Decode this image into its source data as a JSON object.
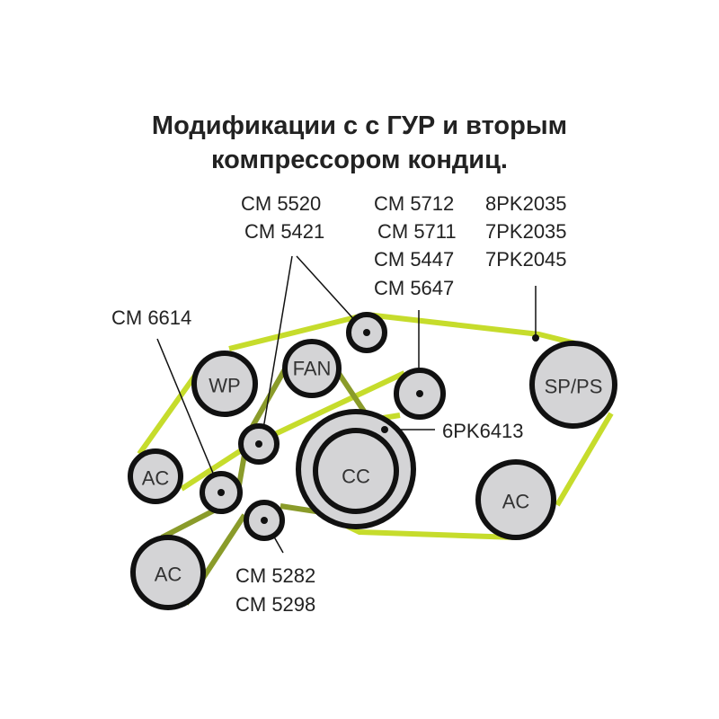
{
  "title": {
    "line1": "Модификации с с ГУР и вторым",
    "line2": "компрессором кондиц."
  },
  "labels": {
    "cm5520": "CM 5520",
    "cm5421": "CM 5421",
    "cm5712": "CM 5712",
    "cm5711": "CM 5711",
    "cm5447": "CM 5447",
    "cm5647": "CM 5647",
    "pk8_2035": "8PK2035",
    "pk7_2035": "7PK2035",
    "pk7_2045": "7PK2045",
    "cm6614": "CM 6614",
    "pk6_6413": "6PK6413",
    "cm5282": "CM 5282",
    "cm5298": "CM 5298"
  },
  "pulleys": {
    "wp": "WP",
    "fan": "FAN",
    "cc": "CC",
    "sp_ps": "SP/PS",
    "ac_left": "AC",
    "ac_bottom": "AC",
    "ac_right": "AC"
  },
  "colors": {
    "main_belt": "#c6dc2c",
    "secondary_belt": "#8a9b2a",
    "pulley_fill": "#d4d4d6",
    "outline": "#111111"
  }
}
